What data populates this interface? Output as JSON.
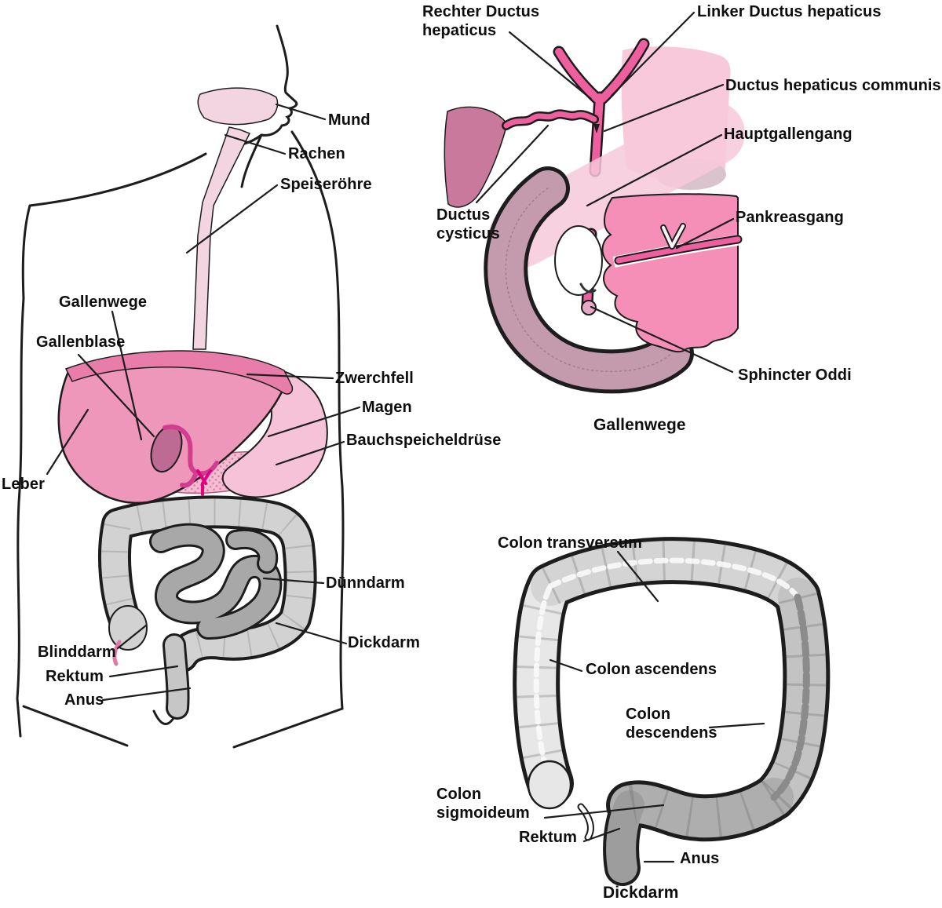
{
  "panels": {
    "digestive_overview": {
      "labels": {
        "mund": "Mund",
        "rachen": "Rachen",
        "speiseroehre": "Speiseröhre",
        "gallenwege": "Gallenwege",
        "gallenblase": "Gallenblase",
        "zwerchfell": "Zwerchfell",
        "magen": "Magen",
        "bauchspeicheldruese": "Bauchspeicheldrüse",
        "leber": "Leber",
        "duenndarm": "Dünndarm",
        "dickdarm": "Dickdarm",
        "blinddarm": "Blinddarm",
        "rektum": "Rektum",
        "anus": "Anus"
      }
    },
    "biliary_tract": {
      "caption": "Gallenwege",
      "labels": {
        "rechter_ductus_line1": "Rechter Ductus",
        "rechter_ductus_line2": "hepaticus",
        "linker_ductus": "Linker Ductus hepaticus",
        "ductus_hepaticus_communis": "Ductus hepaticus communis",
        "hauptgallengang": "Hauptgallengang",
        "pankreasgang": "Pankreasgang",
        "ductus_cysticus_line1": "Ductus",
        "ductus_cysticus_line2": "cysticus",
        "sphincter_oddi": "Sphincter Oddi"
      }
    },
    "large_intestine": {
      "caption": "Dickdarm",
      "labels": {
        "colon_transversum": "Colon transversum",
        "colon_ascendens": "Colon ascendens",
        "colon_descendens_line1": "Colon",
        "colon_descendens_line2": "descendens",
        "colon_sigmoideum_line1": "Colon",
        "colon_sigmoideum_line2": "sigmoideum",
        "rektum": "Rektum",
        "anus": "Anus"
      }
    }
  },
  "colors": {
    "duct_bright_pink": "#ef5f9d",
    "liver_pink": "#ee97ba",
    "pale_liver_pink": "#f7c9db",
    "stomach_pink": "#f6c2d7",
    "esophagus_pink": "#f3d5e2",
    "diaphragm_pink": "#e87da9",
    "gallbladder_mauve": "#bd6b92",
    "duodenum_mauve": "#c49aad",
    "pancreas_pink": "#f58fb8",
    "pancreas_stipple_pink": "#f5bcd2",
    "colon_light_gray": "#e7e7e7",
    "colon_gray": "#d4d4d4",
    "colon_dark_gray": "#c3c3c3",
    "sigmoid_gray": "#aeaeae",
    "rectum_gray": "#9d9d9d",
    "small_intestine_gray": "#a8a8a8",
    "outline_black": "#1d1d1d"
  }
}
